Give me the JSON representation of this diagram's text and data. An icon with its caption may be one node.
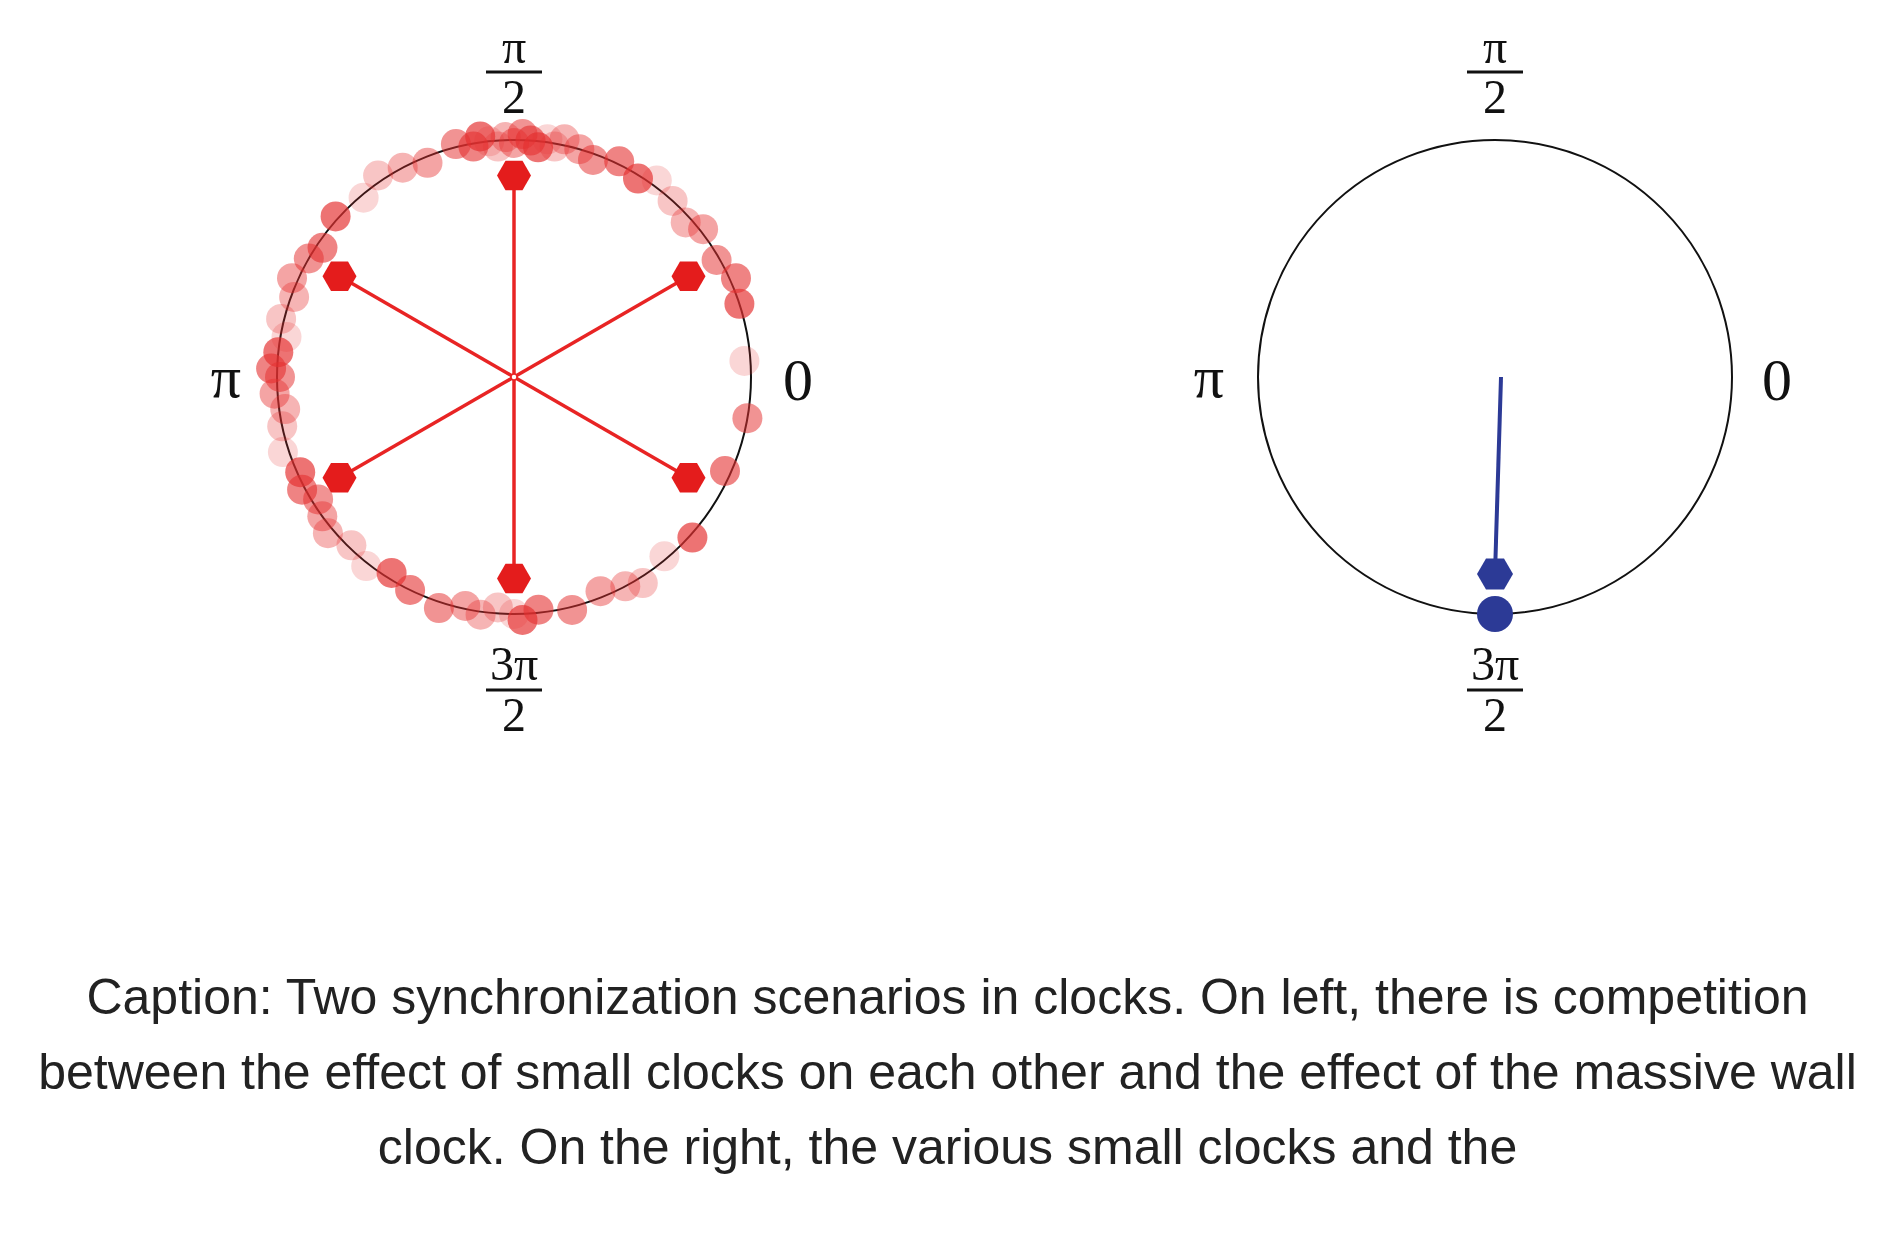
{
  "diagram": {
    "caption": "Caption: Two synchronization scenarios in clocks. On left, there is competition between the effect of small clocks on each other and the effect of the massive wall clock. On the right, the various small clocks and the",
    "labels": [
      "π",
      "2",
      "π",
      "0",
      "3π",
      "2",
      "π",
      "2",
      "π",
      "0",
      "3π",
      "2"
    ]
  }
}
